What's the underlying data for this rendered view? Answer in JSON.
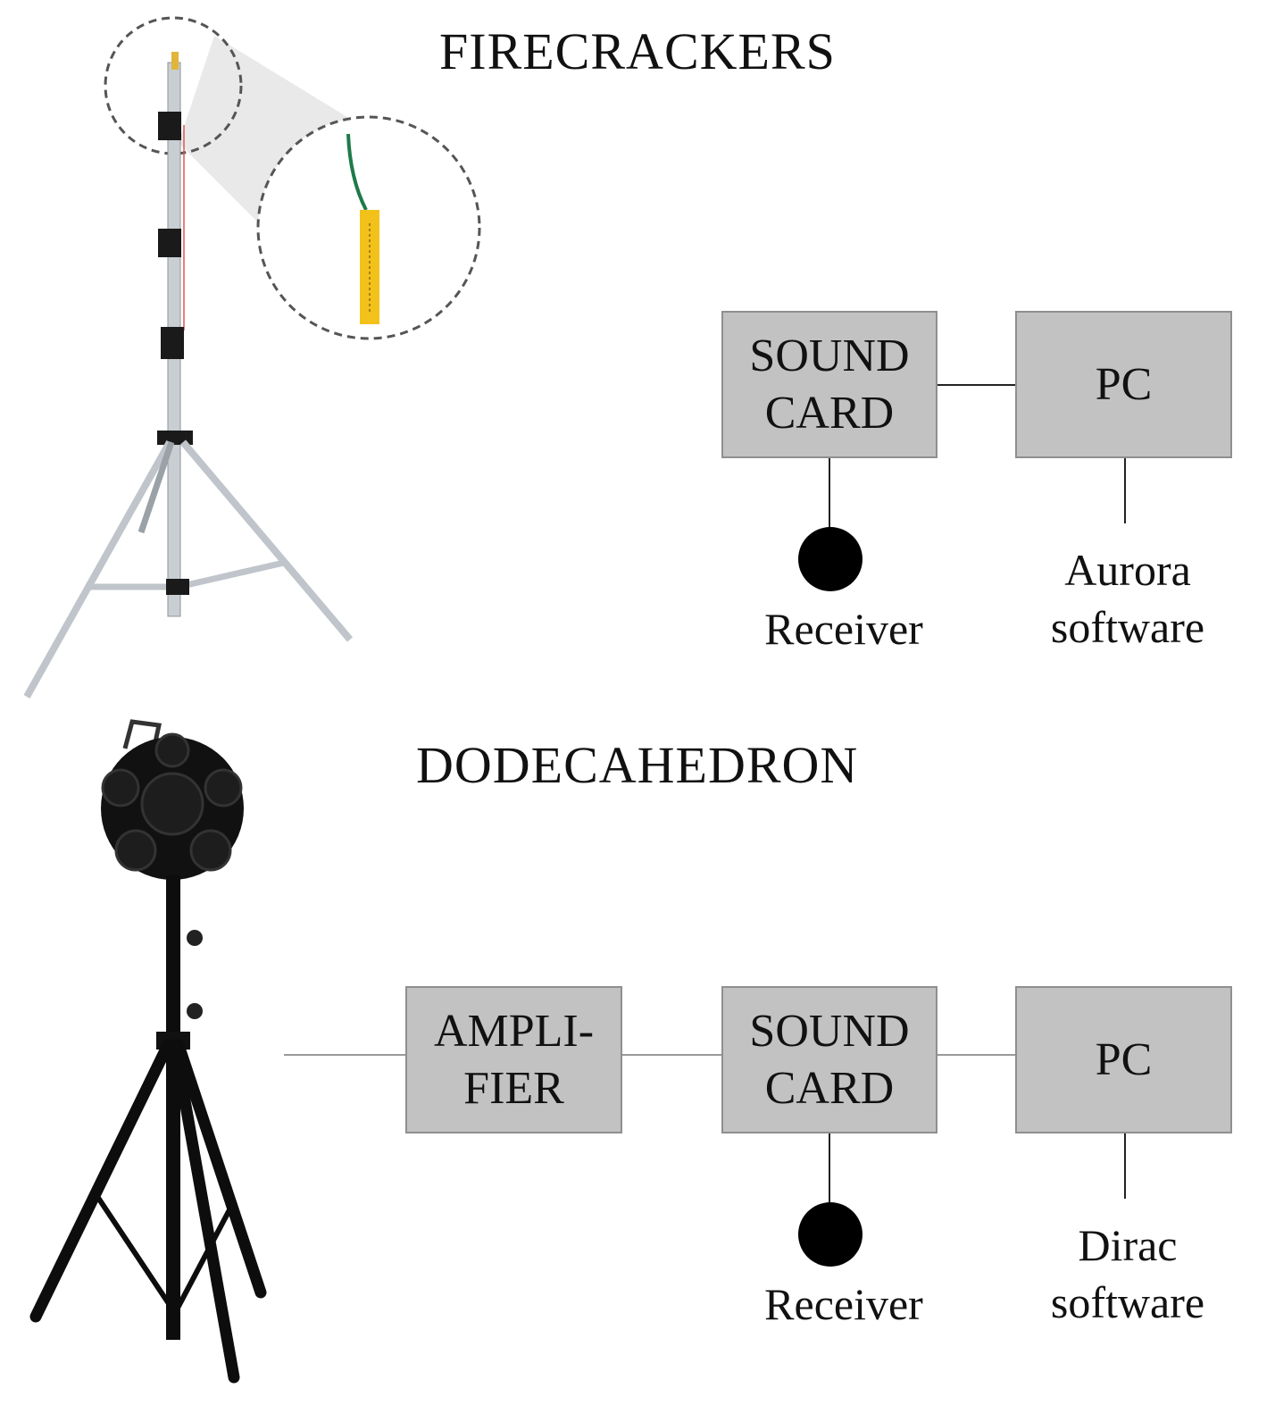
{
  "firecrackers": {
    "title": "FIRECRACKERS",
    "sound_card": {
      "line1": "SOUND",
      "line2": "CARD"
    },
    "pc": "PC",
    "receiver": "Receiver",
    "software": {
      "line1": "Aurora",
      "line2": "software"
    }
  },
  "dodecahedron": {
    "title": "DODECAHEDRON",
    "amplifier": {
      "line1": "AMPLI-",
      "line2": "FIER"
    },
    "sound_card": {
      "line1": "SOUND",
      "line2": "CARD"
    },
    "pc": "PC",
    "receiver": "Receiver",
    "software": {
      "line1": "Dirac",
      "line2": "software"
    }
  },
  "colors": {
    "box_fill": "#c2c2c2",
    "box_border": "#8f8f8f",
    "stand_silver": "#c9ced3",
    "firecracker_yellow": "#f2c21b",
    "fuse_green": "#1f7a4a",
    "speaker_black": "#111111"
  }
}
